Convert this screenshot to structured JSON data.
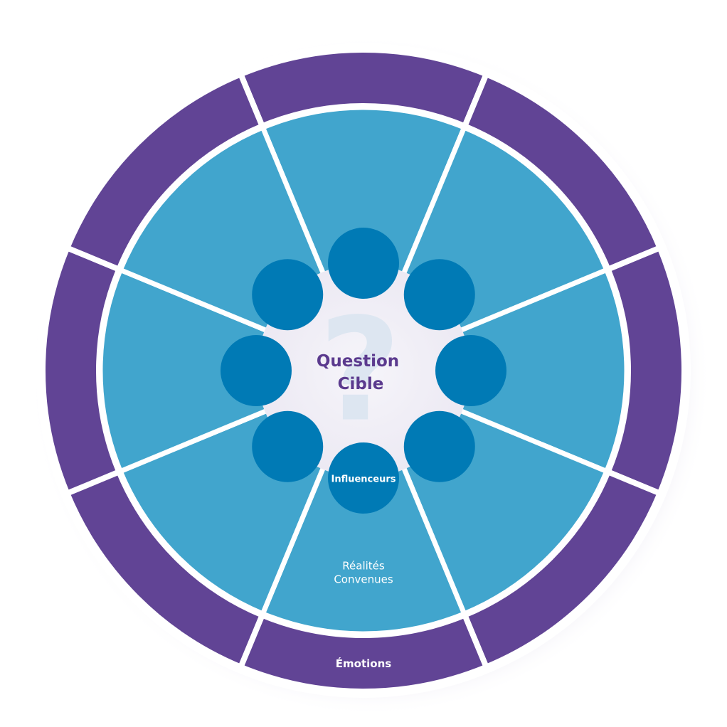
{
  "center": {
    "title_line1": "Question",
    "title_line2": "Cible",
    "watermark_glyph": "?"
  },
  "inner_nodes": {
    "count": 8,
    "labels": [
      "",
      "",
      "",
      "",
      "Influenceurs",
      "",
      "",
      ""
    ]
  },
  "middle_ring": {
    "segment_count": 8,
    "labels": [
      "",
      "",
      "",
      "",
      "Réalités|Convenues",
      "",
      "",
      ""
    ]
  },
  "outer_ring": {
    "segment_count": 8,
    "labels": [
      "",
      "",
      "",
      "",
      "Émotions",
      "",
      "",
      ""
    ]
  },
  "colors": {
    "outer_ring": "#614495",
    "middle_ring": "#41a5cd",
    "inner_nodes": "#007ab5",
    "center_fill": "#f2f0f7",
    "center_text": "#5b3a8e",
    "watermark": "#dde6f1",
    "separator": "#ffffff",
    "light_label": "#ffffff",
    "halo": "#ebe8f3"
  }
}
